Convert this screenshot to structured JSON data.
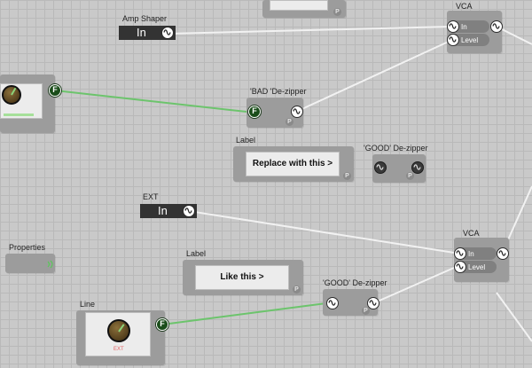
{
  "modules": {
    "amp_shaper": {
      "title": "Amp Shaper",
      "value": "In"
    },
    "vca_top": {
      "title": "VCA",
      "in_label": "In",
      "level_label": "Level"
    },
    "bad_dezipper": {
      "title": "'BAD 'De-zipper"
    },
    "label_replace": {
      "title": "Label",
      "text": "Replace with this >"
    },
    "good_dezipper_top": {
      "title": "'GOOD' De-zipper"
    },
    "ext": {
      "title": "EXT",
      "value": "In"
    },
    "vca_bottom": {
      "title": "VCA",
      "in_label": "In",
      "level_label": "Level"
    },
    "properties": {
      "title": "Properties"
    },
    "label_like": {
      "title": "Label",
      "text": "Like this >"
    },
    "good_dezipper_bottom": {
      "title": "'GOOD' De-zipper"
    },
    "line": {
      "title": "Line",
      "sub": "EXT"
    }
  },
  "badges": {
    "p": "P",
    "f": "F"
  },
  "colors": {
    "wire_green": "#6cc46c",
    "wire_white": "#f2f2f2",
    "canvas": "#c9c9c9",
    "module": "#9c9c9c"
  },
  "icons": {
    "audio_port": "sine-wave-icon",
    "float_port": "float-f-icon",
    "patch_point": "patch-point-icon"
  }
}
